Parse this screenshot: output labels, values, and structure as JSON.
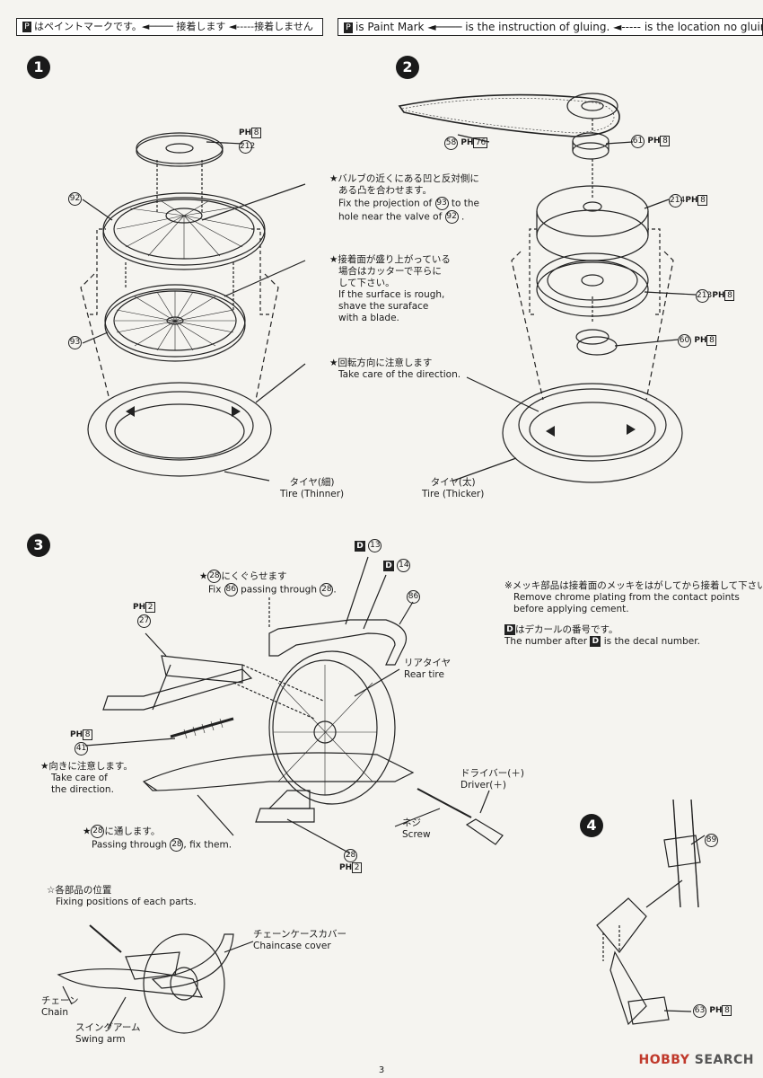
{
  "legend": {
    "jp": "はペイントマークです。◄──── 接着します ◄-----接着しません",
    "en": "is Paint Mark ◄──── is the instruction of gluing. ◄----- is the location no gluing.",
    "pm_glyph": "P"
  },
  "steps": [
    {
      "num": "1"
    },
    {
      "num": "2"
    },
    {
      "num": "3"
    },
    {
      "num": "4"
    }
  ],
  "step1": {
    "part_212": "212",
    "part_212_ph": "8",
    "part_92": "92",
    "part_93": "93",
    "note1_jp": "★バルブの近くにある凹と反対側に",
    "note1_jp2": "ある凸を合わせます。",
    "note1_en1": "Fix the projection of",
    "note1_en1_part": "93",
    "note1_en1b": "to the",
    "note1_en2": "hole near the valve of",
    "note1_en2_part": "92",
    "note2_jp": "★接着面が盛り上がっている",
    "note2_jp2": "場合はカッターで平らに",
    "note2_jp3": "して下さい。",
    "note2_en1": "If the surface is rough,",
    "note2_en2": "shave the suraface",
    "note2_en3": "with a blade.",
    "note3_jp": "★回転方向に注意します",
    "note3_en": "Take care of the direction.",
    "tire_jp": "タイヤ(細)",
    "tire_en": "Tire (Thinner)"
  },
  "step2": {
    "part_58": "58",
    "part_58_ph": "76",
    "part_61": "61",
    "part_61_ph": "8",
    "part_214": "214",
    "part_214_ph": "8",
    "part_213": "213",
    "part_213_ph": "8",
    "part_60": "60",
    "part_60_ph": "8",
    "tire_jp": "タイヤ(太)",
    "tire_en": "Tire (Thicker)"
  },
  "step3": {
    "decal_13": "13",
    "decal_14": "14",
    "part_86": "86",
    "note_a_jp": "★",
    "note_a_jp_part": "28",
    "note_a_jp2": "にくぐらせます",
    "note_a_en1": "Fix",
    "note_a_en_part": "86",
    "note_a_en2": "passing through",
    "note_a_en_part2": "28",
    "part_27": "27",
    "part_27_ph": "2",
    "part_41": "41",
    "part_41_ph": "8",
    "note_b_jp": "★向きに注意します。",
    "note_b_en1": "Take care of",
    "note_b_en2": "the direction.",
    "note_c_jp": "★",
    "note_c_part": "28",
    "note_c_jp2": "に通します。",
    "note_c_en1": "Passing through",
    "note_c_en_part": "28",
    "note_c_en2": ", fix them.",
    "part_28": "28",
    "part_28_ph": "2",
    "rear_tire_jp": "リアタイヤ",
    "rear_tire_en": "Rear tire",
    "driver_jp": "ドライバー(＋)",
    "driver_en": "Driver(＋)",
    "screw_jp": "ネジ",
    "screw_en": "Screw",
    "chrome_jp": "※メッキ部品は接着面のメッキをはがしてから接着して下さい。",
    "chrome_en1": "Remove chrome plating from the contact points",
    "chrome_en2": "before applying cement.",
    "decal_jp": "はデカールの番号です。",
    "decal_en1": "The number after",
    "decal_en2": "is the decal number.",
    "positions_jp": "☆各部品の位置",
    "positions_en": "Fixing positions of each parts.",
    "chaincase_jp": "チェーンケースカバー",
    "chaincase_en": "Chaincase cover",
    "chain_jp": "チェーン",
    "chain_en": "Chain",
    "swingarm_jp": "スイングアーム",
    "swingarm_en": "Swing arm"
  },
  "step4": {
    "part_89": "89",
    "part_63": "63",
    "part_63_ph": "8"
  },
  "ph_label": "PH",
  "decal_letter": "D",
  "page_number": "3",
  "watermark": {
    "brand": "HOBBY",
    "suffix": " SEARCH"
  }
}
